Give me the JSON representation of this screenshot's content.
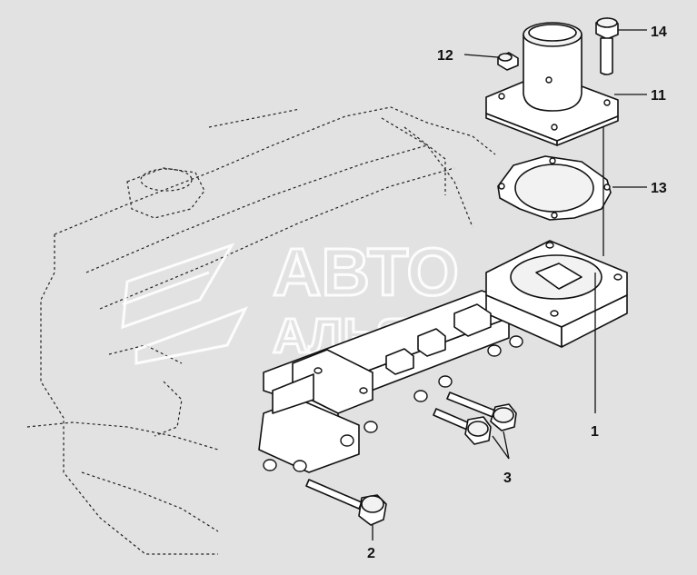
{
  "callouts": {
    "c1": "1",
    "c2": "2",
    "c3": "3",
    "c11": "11",
    "c12": "12",
    "c13": "13",
    "c14": "14"
  },
  "watermark": {
    "line1": "АВТО",
    "line2": "АЛЬЯНС"
  },
  "colors": {
    "background": "#e2e2e2",
    "line": "#111111",
    "part_fill": "#ffffff",
    "watermark": "#ffffff"
  }
}
